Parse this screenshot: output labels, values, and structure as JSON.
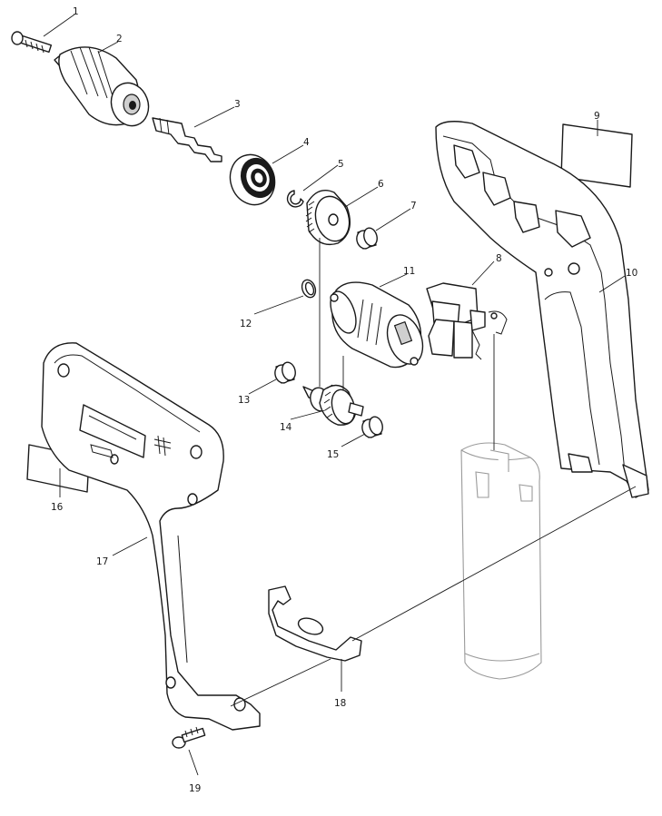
{
  "parts": [
    {
      "no": "1"
    },
    {
      "no": "2"
    },
    {
      "no": "3"
    },
    {
      "no": "4"
    },
    {
      "no": "5"
    },
    {
      "no": "6"
    },
    {
      "no": "7"
    },
    {
      "no": "8"
    },
    {
      "no": "9"
    },
    {
      "no": "10"
    },
    {
      "no": "11"
    },
    {
      "no": "12"
    },
    {
      "no": "13"
    },
    {
      "no": "14"
    },
    {
      "no": "15"
    },
    {
      "no": "16"
    },
    {
      "no": "17"
    },
    {
      "no": "18"
    },
    {
      "no": "19"
    }
  ]
}
